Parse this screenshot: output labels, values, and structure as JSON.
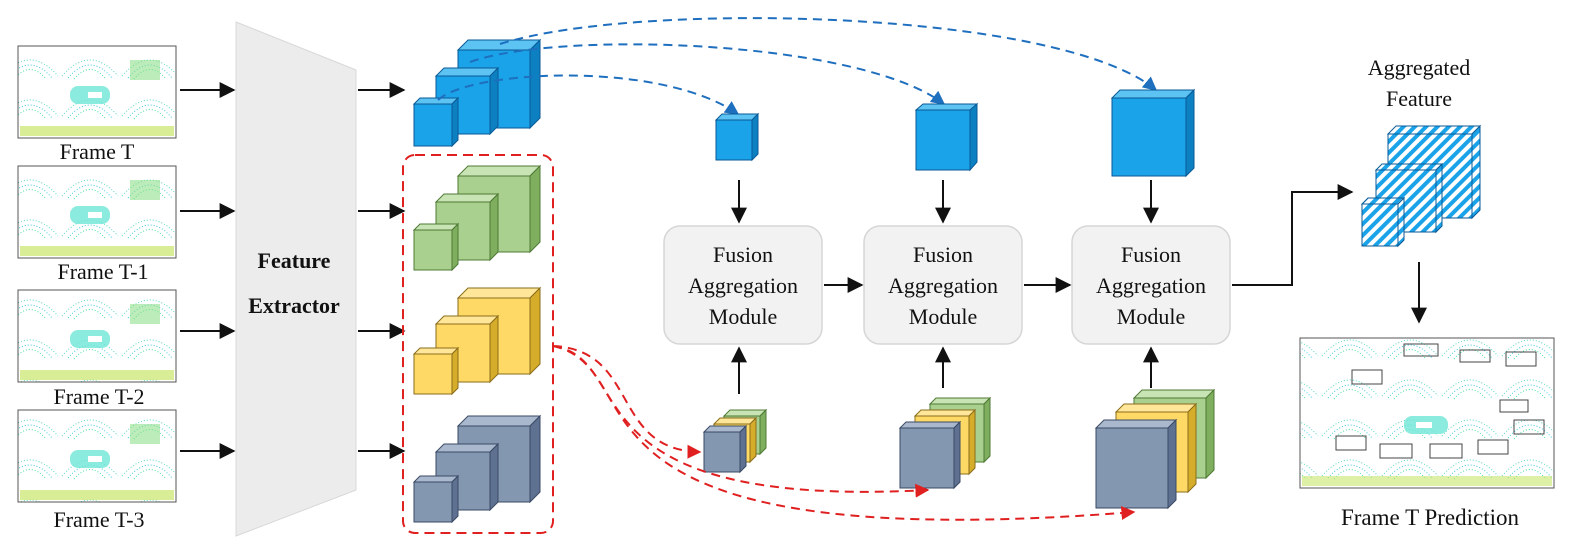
{
  "frames": [
    {
      "label": "Frame T"
    },
    {
      "label": "Frame T-1"
    },
    {
      "label": "Frame T-2"
    },
    {
      "label": "Frame T-3"
    }
  ],
  "extractor": {
    "line1": "Feature",
    "line2": "Extractor"
  },
  "fusion": {
    "line1": "Fusion",
    "line2": "Aggregation",
    "line3": "Module"
  },
  "aggregated": {
    "line1": "Aggregated",
    "line2": "Feature"
  },
  "prediction": {
    "label": "Frame T Prediction"
  },
  "colors": {
    "blue": "#1aa3e8",
    "green": "#a9d08e",
    "yellow": "#ffd966",
    "slate": "#8497b0",
    "red_dashed": "#e02020",
    "blue_dashed": "#1f6fbf",
    "module_fill": "#f2f2f2"
  }
}
